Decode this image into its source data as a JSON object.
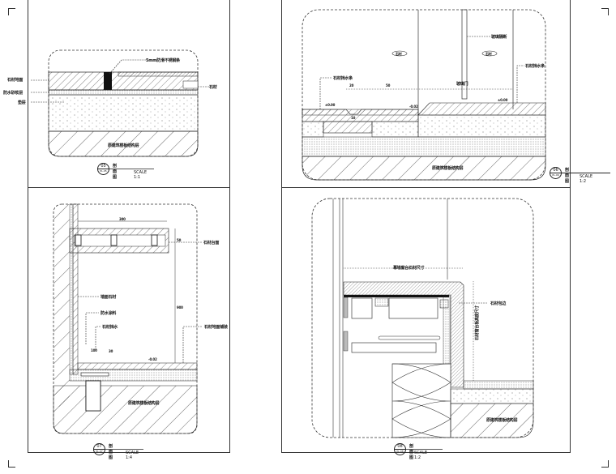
{
  "sheet": {
    "panels": [
      {
        "id": "05",
        "sheet_ref": "PL-05",
        "title": "剖面图",
        "scale": "SCALE 1:1",
        "labels": [
          "石材地面",
          "防水砂浆层",
          "垫层",
          "5mm防滑不锈钢条",
          "石材",
          "原建筑楼板结构层"
        ]
      },
      {
        "id": "06",
        "sheet_ref": "PL-06",
        "title": "剖面图",
        "scale": "SCALE 1:2",
        "labels": [
          "石材",
          "石材",
          "玻璃隔断",
          "石材挡水条",
          "玻璃门",
          "石材挡水条",
          "原建筑楼板结构层"
        ],
        "dims": [
          "±0.00",
          "-0.02",
          "±0.00",
          "20",
          "50",
          "10"
        ]
      },
      {
        "id": "07",
        "sheet_ref": "PL-07",
        "title": "剖面图",
        "scale": "SCALE 1:4",
        "labels": [
          "石材台面",
          "墙面石材",
          "防水涂料",
          "石材挡水",
          "石材地面铺装",
          "原建筑楼板结构层"
        ],
        "dims": [
          "300",
          "50",
          "900",
          "100",
          "30",
          "-0.02"
        ]
      },
      {
        "id": "08",
        "sheet_ref": "PL-08",
        "title": "剖面图",
        "scale": "SCALE 1:2",
        "labels": [
          "幕墙窗台石材尺寸",
          "石材包边",
          "石材窗台板高度尺寸",
          "原建筑楼板结构层"
        ]
      }
    ]
  },
  "colors": {
    "line": "#222222",
    "hatch": "#555555",
    "grey_fill": "#bbbbbb",
    "bar": "#777777"
  }
}
